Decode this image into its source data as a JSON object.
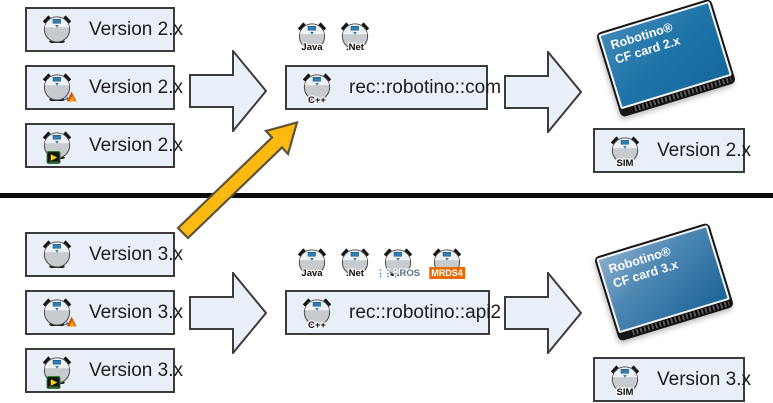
{
  "colors": {
    "box_fill": "#e9eff9",
    "box_border": "#3b3b3b",
    "block_arrow_fill": "#eaf0fa",
    "highlight_arrow_fill": "#fcb912",
    "cf_card_blue": "#1e74a8",
    "mrds_orange": "#e86c00",
    "robot_accent_blue": "#2d7fb8"
  },
  "top_section": {
    "clients": [
      {
        "icon": "robotino-icon",
        "label": "Version 2.x"
      },
      {
        "icon": "robotino-matlab-icon",
        "label": "Version 2.x"
      },
      {
        "icon": "robotino-labview-icon",
        "label": "Version 2.x"
      }
    ],
    "bindings": [
      {
        "icon": "robotino-java-icon",
        "label": "Java"
      },
      {
        "icon": "robotino-dotnet-icon",
        "label": ".Net"
      }
    ],
    "library": {
      "icon_label": "C++",
      "name": "rec::robotino::com"
    },
    "cf_card": {
      "line1": "Robotino®",
      "line2": "CF card 2.x"
    },
    "sim": {
      "icon_label": "SIM",
      "label": "Version 2.x"
    }
  },
  "bottom_section": {
    "clients": [
      {
        "icon": "robotino-icon",
        "label": "Version 3.x"
      },
      {
        "icon": "robotino-matlab-icon",
        "label": "Version 3.x"
      },
      {
        "icon": "robotino-labview-icon",
        "label": "Version 3.x"
      }
    ],
    "bindings": [
      {
        "icon": "robotino-java-icon",
        "label": "Java"
      },
      {
        "icon": "robotino-dotnet-icon",
        "label": ".Net"
      },
      {
        "icon": "robotino-ros-icon",
        "dots_glyph": "⋮⋮⋮",
        "label": "ROS"
      },
      {
        "icon": "robotino-mrds-icon",
        "label": "MRDS4"
      }
    ],
    "library": {
      "icon_label": "C++",
      "name": "rec::robotino::api2"
    },
    "cf_card": {
      "line1": "Robotino®",
      "line2": "CF card 3.x"
    },
    "sim": {
      "icon_label": "SIM",
      "label": "Version 3.x"
    }
  }
}
